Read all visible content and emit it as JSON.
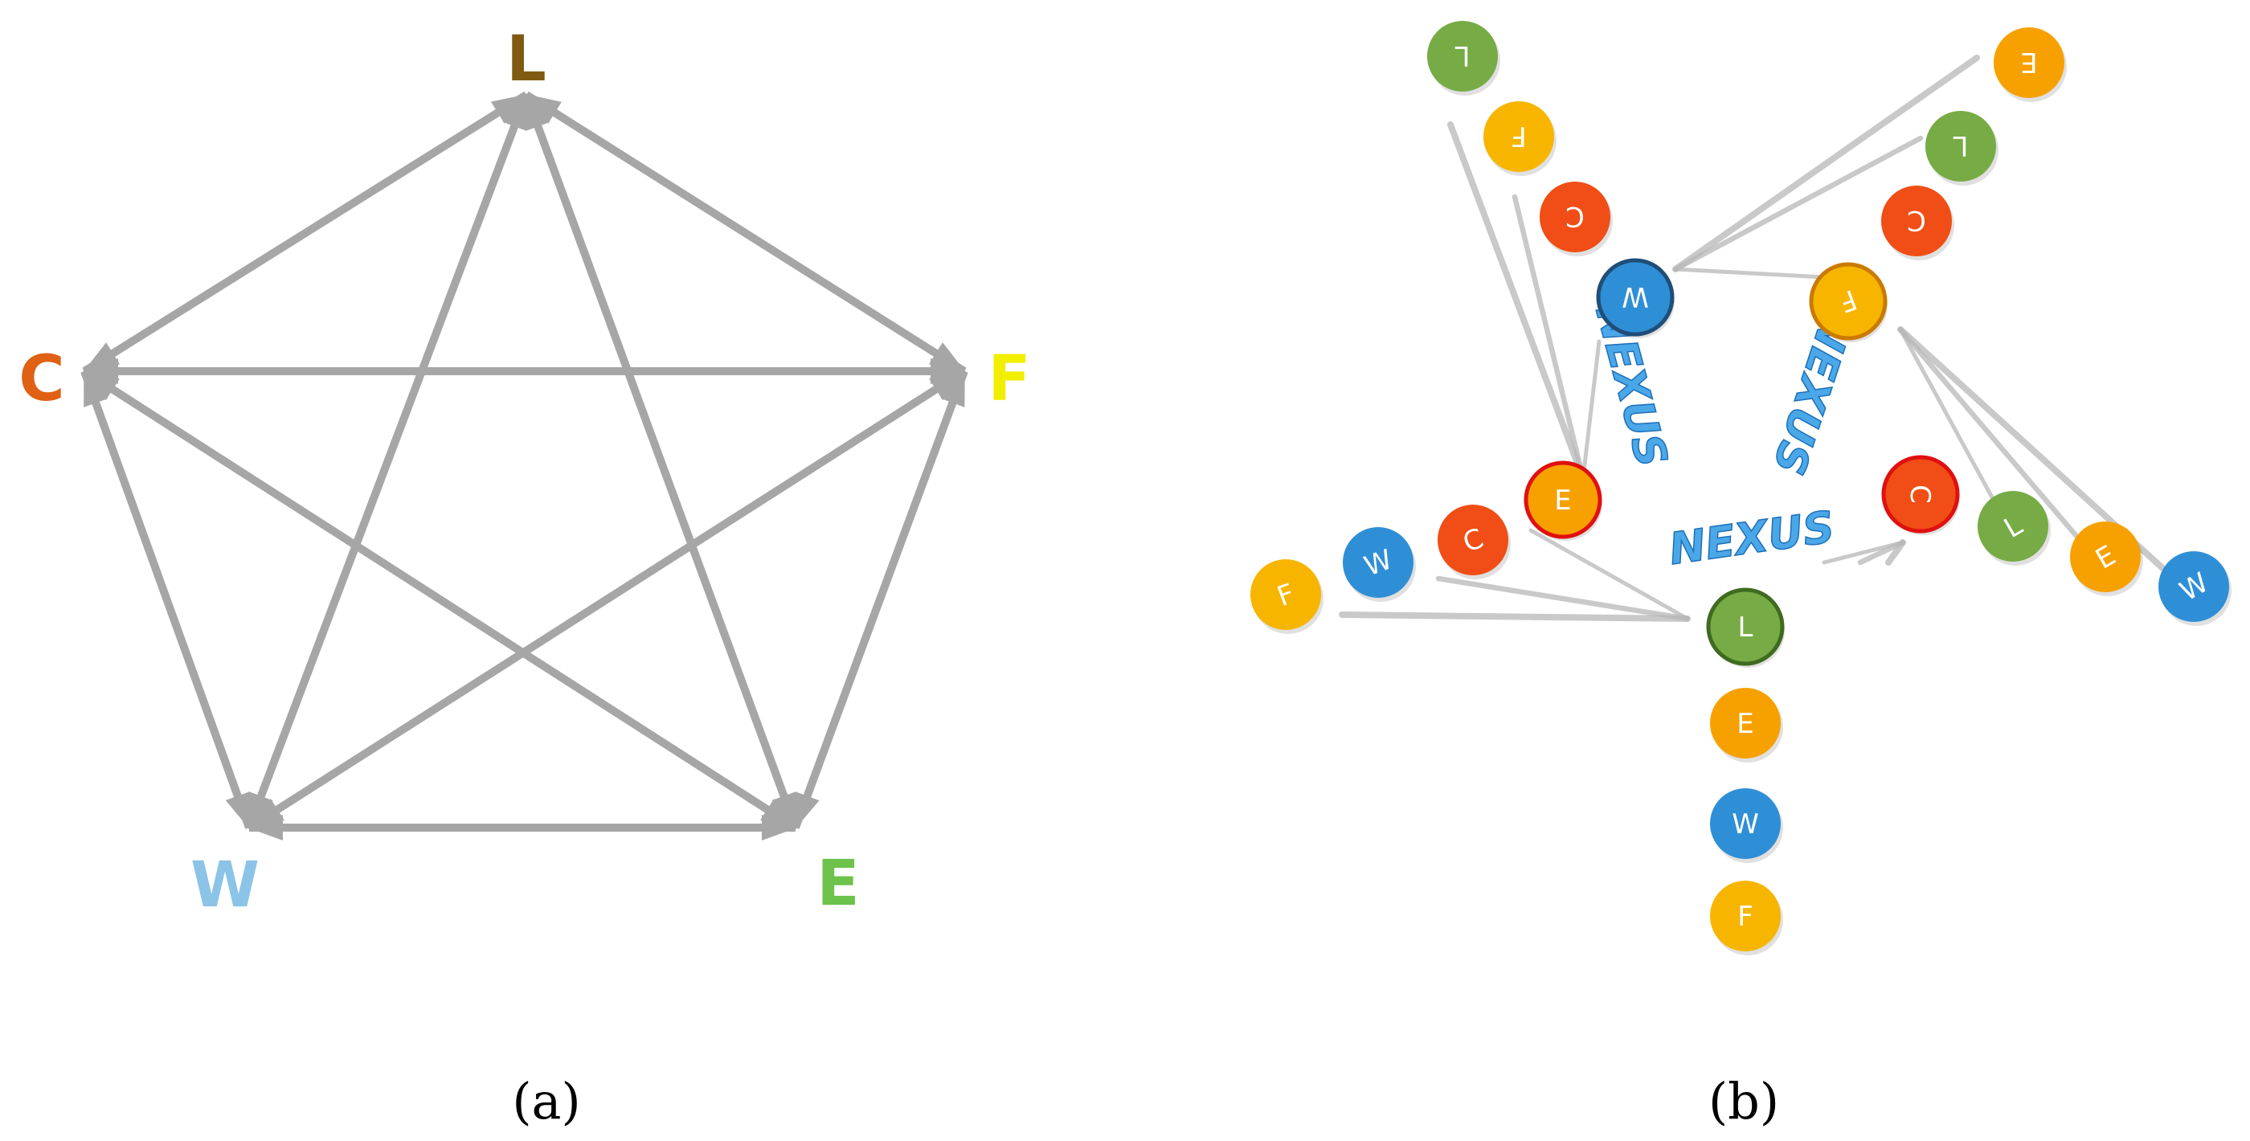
{
  "panel_a": {
    "caption": "(a)",
    "arrow_color": "#a6a6a6",
    "nodes": [
      {
        "key": "L",
        "label": "L",
        "color": "#7f5a10"
      },
      {
        "key": "F",
        "label": "F",
        "color": "#f2ee00"
      },
      {
        "key": "E",
        "label": "E",
        "color": "#6cc24a"
      },
      {
        "key": "W",
        "label": "W",
        "color": "#8cc4e8"
      },
      {
        "key": "C",
        "label": "C",
        "color": "#e06014"
      }
    ]
  },
  "panel_b": {
    "caption": "(b)",
    "hub_word": "NEXUS",
    "colors": {
      "L": "#77ab45",
      "F": "#f7b500",
      "C": "#f04e16",
      "W": "#2f8fd6",
      "E": "#f7a100",
      "nexus_text": "#4aa7e8"
    },
    "hubs": [
      {
        "key": "W",
        "label": "W",
        "ring": "#1f4e79",
        "spokes": [
          {
            "label": "L"
          },
          {
            "label": "F"
          },
          {
            "label": "C"
          }
        ]
      },
      {
        "key": "F",
        "label": "F",
        "ring": "#c97a00",
        "spokes": [
          {
            "label": "E"
          },
          {
            "label": "L"
          },
          {
            "label": "C"
          }
        ]
      },
      {
        "key": "C",
        "label": "C",
        "ring": "#e01010",
        "spokes": [
          {
            "label": "L"
          },
          {
            "label": "E"
          },
          {
            "label": "W"
          }
        ]
      },
      {
        "key": "L",
        "label": "L",
        "ring": "#3e6b1f",
        "spokes": [
          {
            "label": "E"
          },
          {
            "label": "W"
          },
          {
            "label": "F"
          }
        ]
      },
      {
        "key": "E",
        "label": "E",
        "ring": "#e01010",
        "spokes": [
          {
            "label": "C"
          },
          {
            "label": "W"
          },
          {
            "label": "F"
          }
        ]
      }
    ]
  }
}
